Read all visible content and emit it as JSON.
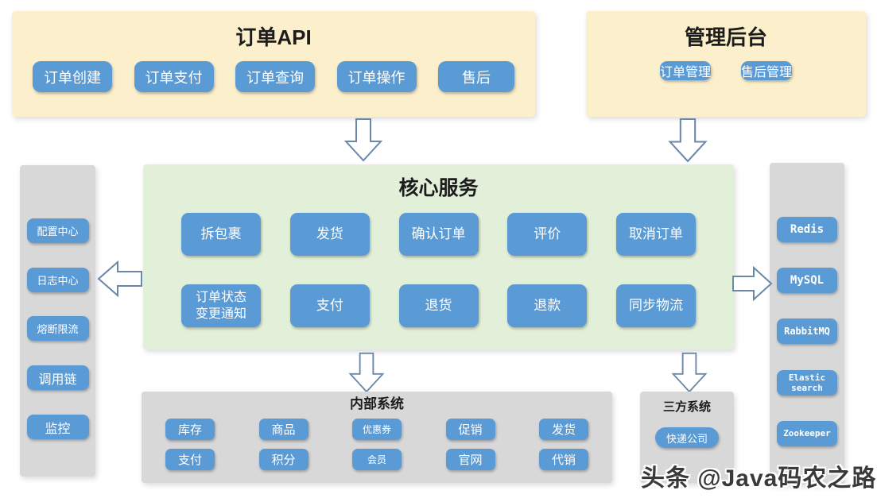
{
  "order_api": {
    "title": "订单API",
    "buttons": [
      "订单创建",
      "订单支付",
      "订单查询",
      "订单操作",
      "售后"
    ]
  },
  "admin_panel": {
    "title": "管理后台",
    "buttons": [
      "订单管理",
      "售后管理"
    ]
  },
  "core_services": {
    "title": "核心服务",
    "row1": [
      "拆包裹",
      "发货",
      "确认订单",
      "评价",
      "取消订单"
    ],
    "row2": [
      "订单状态变更通知",
      "支付",
      "退货",
      "退款",
      "同步物流"
    ]
  },
  "infra_left": {
    "buttons": [
      "配置中心",
      "日志中心",
      "熔断限流",
      "调用链",
      "监控"
    ]
  },
  "storage_right": {
    "buttons": [
      "Redis",
      "MySQL",
      "RabbitMQ",
      "Elastic search",
      "Zookeeper"
    ]
  },
  "internal_systems": {
    "title": "内部系统",
    "row1": [
      "库存",
      "商品",
      "优惠券",
      "促销",
      "发货"
    ],
    "row2": [
      "支付",
      "积分",
      "会员",
      "官网",
      "代销"
    ]
  },
  "third_party": {
    "title": "三方系统",
    "buttons": [
      "快递公司"
    ]
  },
  "watermark": "头条 @Java码农之路",
  "colors": {
    "panel_yellow": "#fcefcb",
    "panel_green": "#e2efd9",
    "panel_gray": "#d8d8d8",
    "node_blue": "#5b9bd5",
    "arrow_stroke": "#6b87a8"
  }
}
